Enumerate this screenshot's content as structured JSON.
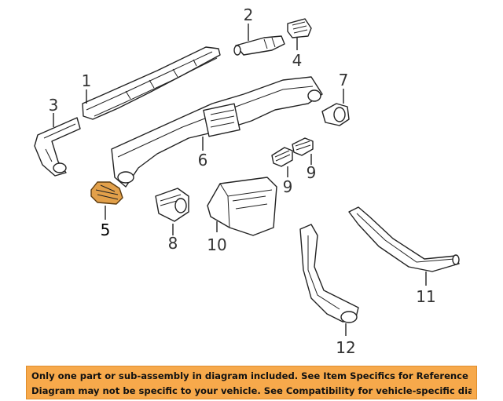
{
  "diagram": {
    "callouts": {
      "p1": "1",
      "p2": "2",
      "p3": "3",
      "p4": "4",
      "p5": "5",
      "p6": "6",
      "p7": "7",
      "p8": "8",
      "p9a": "9",
      "p9b": "9",
      "p10": "10",
      "p11": "11",
      "p12": "12"
    },
    "highlight_color": "#e2a04a"
  },
  "disclaimer": {
    "line1": "Only one part or sub-assembly in diagram included. See Item Specifics for Reference #.",
    "line2": "Diagram may not be specific to your vehicle. See Compatibility for vehicle-specific diagrams."
  },
  "colors": {
    "banner": "#f7a94b"
  }
}
